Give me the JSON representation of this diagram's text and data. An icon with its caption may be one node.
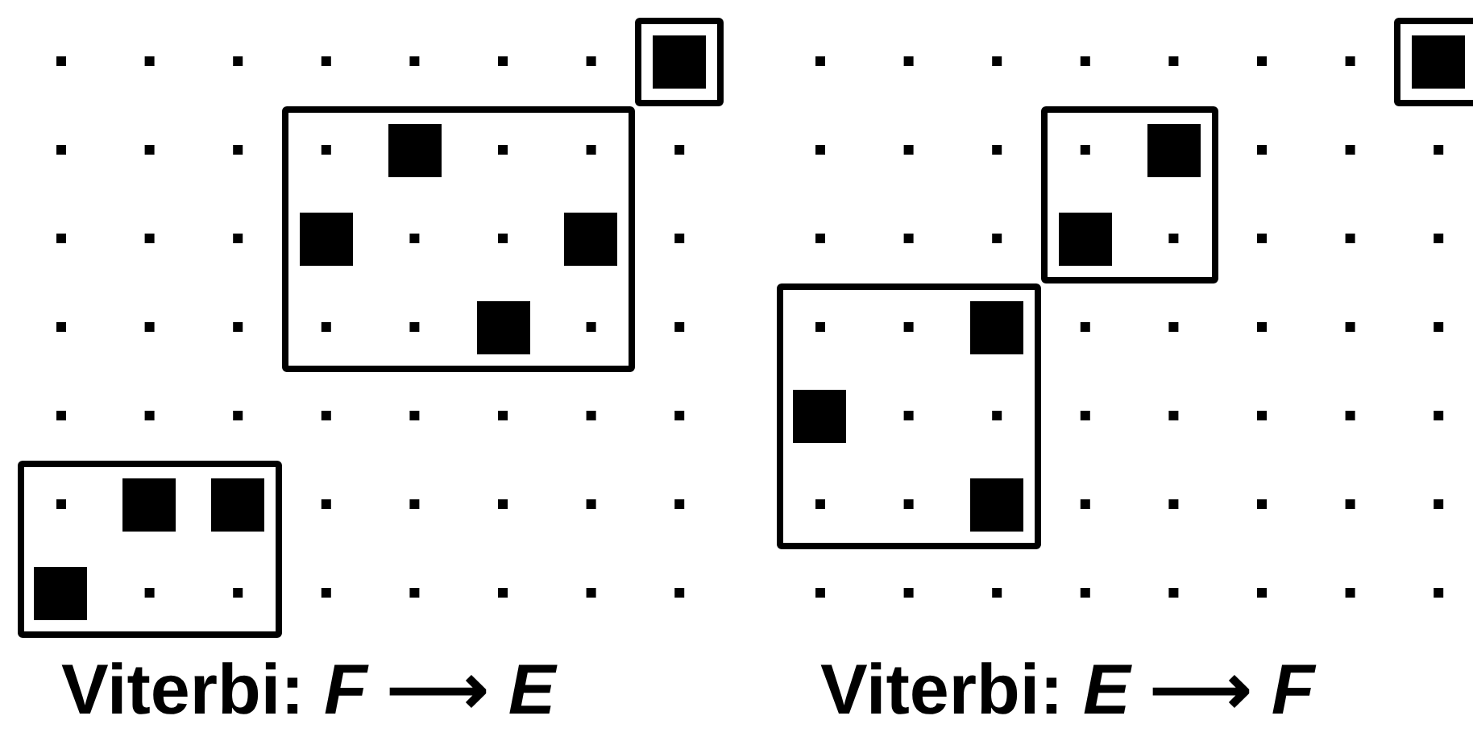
{
  "diagram": {
    "nodes": [
      {
        "text": [],
        "shape": "box"
      },
      {
        "text": [],
        "shape": "square",
        "in": 0
      },
      {
        "text": [],
        "shape": "box"
      },
      {
        "text": [],
        "shape": "square",
        "in": 2
      },
      {
        "text": [],
        "shape": "square",
        "in": 2
      },
      {
        "text": [],
        "shape": "square",
        "in": 2
      },
      {
        "text": [],
        "shape": "square",
        "in": 2
      },
      {
        "text": [],
        "shape": "box"
      },
      {
        "text": [],
        "shape": "square",
        "in": 7
      },
      {
        "text": [],
        "shape": "square",
        "in": 7
      },
      {
        "text": [],
        "shape": "square",
        "in": 7
      },
      {
        "text": [],
        "shape": "box"
      },
      {
        "text": [],
        "shape": "square",
        "in": 11
      },
      {
        "text": [],
        "shape": "box"
      },
      {
        "text": [],
        "shape": "square",
        "in": 13
      },
      {
        "text": [],
        "shape": "square",
        "in": 13
      },
      {
        "text": [],
        "shape": "box"
      },
      {
        "text": [],
        "shape": "square",
        "in": 16
      },
      {
        "text": [],
        "shape": "square",
        "in": 16
      },
      {
        "text": [],
        "shape": "square",
        "in": 16
      }
    ],
    "labels": [
      "Viterbi: *F* ⟶ *E*",
      "Viterbi: *E* ⟶ *F*"
    ]
  }
}
